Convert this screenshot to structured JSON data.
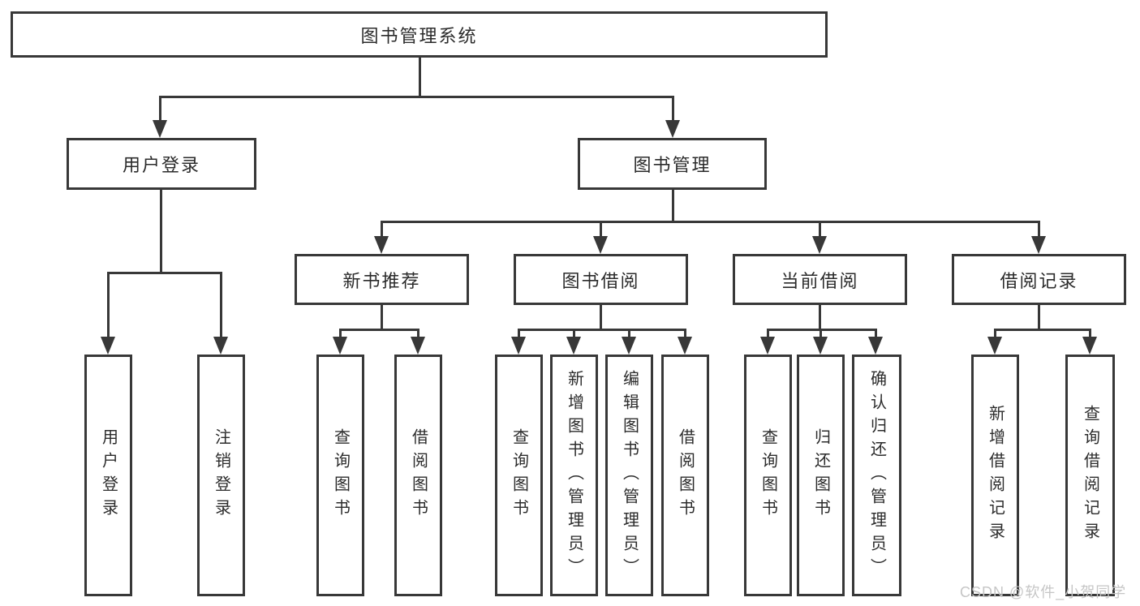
{
  "diagram": {
    "colors": {
      "line": "#383838",
      "text": "#2b2b2b",
      "background": "#ffffff",
      "watermark": "#c6c6c6"
    },
    "root": {
      "label": "图书管理系统"
    },
    "level2": [
      {
        "label": "用户登录"
      },
      {
        "label": "图书管理"
      }
    ],
    "level3": [
      {
        "label": "新书推荐",
        "parent": "图书管理"
      },
      {
        "label": "图书借阅",
        "parent": "图书管理"
      },
      {
        "label": "当前借阅",
        "parent": "图书管理"
      },
      {
        "label": "借阅记录",
        "parent": "图书管理"
      }
    ],
    "leaves": [
      {
        "label": "用户登录",
        "parent": "用户登录"
      },
      {
        "label": "注销登录",
        "parent": "用户登录"
      },
      {
        "label": "查询图书",
        "parent": "新书推荐"
      },
      {
        "label": "借阅图书",
        "parent": "新书推荐"
      },
      {
        "label": "查询图书",
        "parent": "图书借阅"
      },
      {
        "label": "新增图书（管理员）",
        "parent": "图书借阅"
      },
      {
        "label": "编辑图书（管理员）",
        "parent": "图书借阅"
      },
      {
        "label": "借阅图书",
        "parent": "图书借阅"
      },
      {
        "label": "查询图书",
        "parent": "当前借阅"
      },
      {
        "label": "归还图书",
        "parent": "当前借阅"
      },
      {
        "label": "确认归还（管理员）",
        "parent": "当前借阅"
      },
      {
        "label": "新增借阅记录",
        "parent": "借阅记录"
      },
      {
        "label": "查询借阅记录",
        "parent": "借阅记录"
      }
    ],
    "watermark": {
      "text": "CSDN @软件_小贺同学"
    }
  }
}
